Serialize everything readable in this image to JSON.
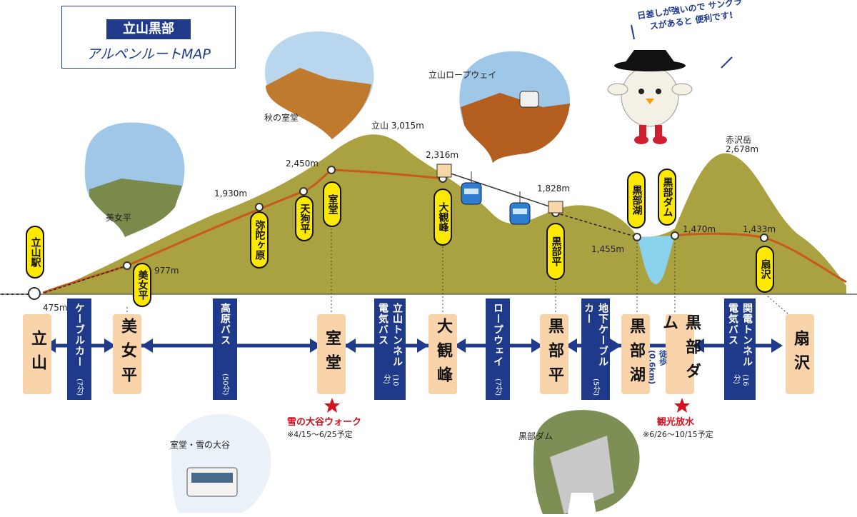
{
  "title": {
    "line1": "立山黒部",
    "line2": "アルペンルートMAP"
  },
  "colors": {
    "mountain": "#aaa140",
    "route": "#c8591a",
    "navy": "#1f3a8a",
    "station_bg": "#f9d3aa",
    "label_yellow": "#fde800",
    "event_red": "#d4121e"
  },
  "altitudes": {
    "a475": "475m",
    "a977": "977m",
    "a1930": "1,930m",
    "a2450": "2,450m",
    "tateyama": "立山 3,015m",
    "a2316": "2,316m",
    "a1828": "1,828m",
    "a1455": "1,455m",
    "a1470": "1,470m",
    "akazawa1": "赤沢岳",
    "akazawa2": "2,678m",
    "a1433": "1,433m"
  },
  "photos": {
    "bijodaira": "美女平",
    "aki_murodo": "秋の室堂",
    "ropeway": "立山ロープウェイ",
    "yuki_otani": "室堂・雪の大谷",
    "kurobe_dam": "黒部ダム"
  },
  "spots": {
    "tateyama_st": "立山駅",
    "bijodaira": "美女平",
    "midagahara": "弥陀ヶ原",
    "tengudaira": "天狗平",
    "murodo": "室堂",
    "daikanbo": "大観峰",
    "kurobedaira": "黒部平",
    "kurobeko": "黒部湖",
    "kurobe_dam": "黒部ダム",
    "ogizawa": "扇沢"
  },
  "stations": {
    "tateyama": "立山",
    "bijodaira": "美女平",
    "murodo": "室堂",
    "daikanbo": "大観峰",
    "kurobedaira": "黒部平",
    "kurobeko": "黒部湖",
    "kurobe_dam": "黒部ダム",
    "ogizawa": "扇沢"
  },
  "transport": {
    "cable": {
      "name": "ケーブルカー",
      "time": "(7分)"
    },
    "kogen_bus": {
      "name": "高原バス",
      "time": "(50分)"
    },
    "tunnel_bus": {
      "name": "立山トンネル電気バス",
      "time": "(10分)"
    },
    "ropeway": {
      "name": "ロープウェイ",
      "time": "(7分)"
    },
    "under_cable": {
      "name": "地下ケーブルカー",
      "time": "(5分)"
    },
    "walk": "徒歩(0.6km)",
    "kanden_bus": {
      "name": "関電トンネル電気バス",
      "time": "(16分)"
    }
  },
  "events": {
    "snow_walk": "雪の大谷ウォーク",
    "snow_walk_date": "※4/15〜6/25予定",
    "discharge": "観光放水",
    "discharge_date": "※6/26〜10/15予定"
  },
  "mascot": {
    "speech": "日差しが強いので サングラスがあると 便利です!"
  }
}
